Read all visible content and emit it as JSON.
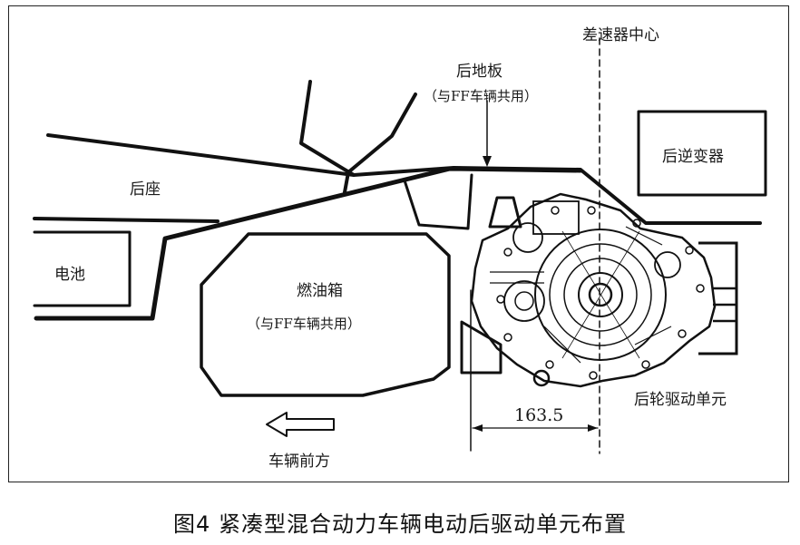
{
  "labels": {
    "diff_center": "差速器中心",
    "rear_floor": "后地板",
    "rear_floor_note": "（与FF车辆共用）",
    "rear_seat": "后座",
    "rear_inverter": "后逆变器",
    "battery": "电池",
    "fuel_tank": "燃油箱",
    "fuel_tank_note": "（与FF车辆共用）",
    "rear_drive_unit": "后轮驱动单元",
    "vehicle_forward": "车辆前方",
    "dimension": "163.5"
  },
  "caption": "图4 紧凑型混合动力车辆电动后驱动单元布置",
  "colors": {
    "line": "#111111",
    "caption": "#111111"
  }
}
